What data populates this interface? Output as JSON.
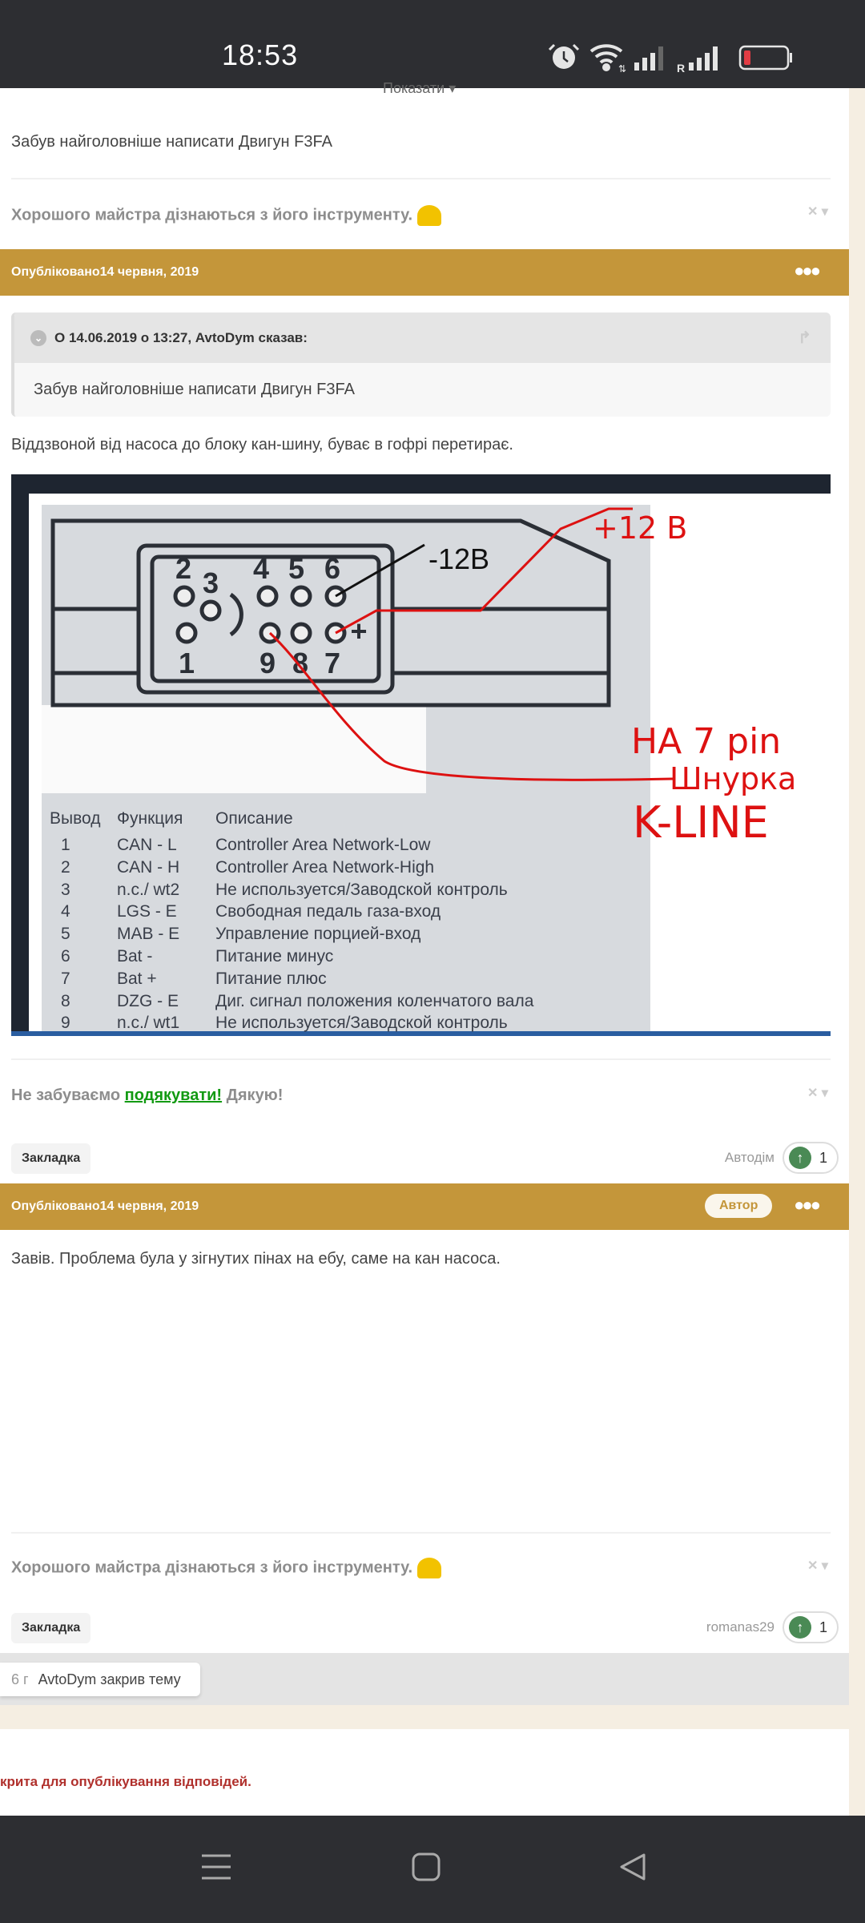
{
  "status_bar": {
    "time": "18:53",
    "icons": [
      "alarm-icon",
      "wifi-icon",
      "signal-icon",
      "roaming-signal-icon",
      "battery-low-icon"
    ],
    "roaming": "R"
  },
  "colors": {
    "gold": "#c4963a",
    "beige": "#f5eee2",
    "link_green": "#129a12",
    "upvote": "#4a8a55",
    "closed_red": "#b0302c"
  },
  "top": {
    "show_more": "Показати ▾",
    "post_text": "Забув найголовніше написати Двигун F3FA",
    "signature": "Хорошого майстра дізнаються з його інструменту."
  },
  "post2": {
    "published": "Опубліковано14 червня, 2019",
    "quote_header": "О 14.06.2019 о 13:27, AvtoDym сказав:",
    "quote_body": "Забув найголовніше написати Двигун F3FA",
    "text": "Віддзвоной від насоса до блоку кан-шину, буває в гофрі перетирає.",
    "image": {
      "pins": [
        "1",
        "2",
        "3",
        "4",
        "5",
        "6",
        "7",
        "8",
        "9"
      ],
      "annotations": {
        "minus": "-12В",
        "plus": "+12 В",
        "to_pin": "НА 7 pin",
        "cable": "Шнурка",
        "kline": "K-LINE"
      },
      "table_header": [
        "Вывод",
        "Функция",
        "Описание"
      ],
      "rows": [
        [
          "1",
          "CAN - L",
          "Controller Area Network-Low"
        ],
        [
          "2",
          "CAN - H",
          "Controller Area Network-High"
        ],
        [
          "3",
          "n.c./ wt2",
          "Не используется/Заводской контроль"
        ],
        [
          "4",
          "LGS - E",
          "Свободная педаль газа-вход"
        ],
        [
          "5",
          "MAB - E",
          "Управление порцией-вход"
        ],
        [
          "6",
          "Bat -",
          "Питание минус"
        ],
        [
          "7",
          "Bat +",
          "Питание плюс"
        ],
        [
          "8",
          "DZG - E",
          "Диг. сигнал положения коленчатого вала"
        ],
        [
          "9",
          "n.c./ wt1",
          "Не используется/Заводской контроль"
        ]
      ]
    },
    "sig_pre": "Не забуваємо ",
    "sig_link": "подякувати!",
    "sig_post": " Дякую!",
    "bookmark": "Закладка",
    "reactor": "Автодім",
    "reactions": "1"
  },
  "post3": {
    "published": "Опубліковано14 червня, 2019",
    "author_badge": "Автор",
    "text": "Завів. Проблема була у зігнутих пінах на ебу, саме на кан насоса.",
    "signature": "Хорошого майстра дізнаються з його інструменту.",
    "bookmark": "Закладка",
    "reactor": "romanas29",
    "reactions": "1"
  },
  "event": {
    "time": "6 г",
    "text": "AvtoDym закрив тему"
  },
  "closed_notice": "крита для опублікування відповідей."
}
